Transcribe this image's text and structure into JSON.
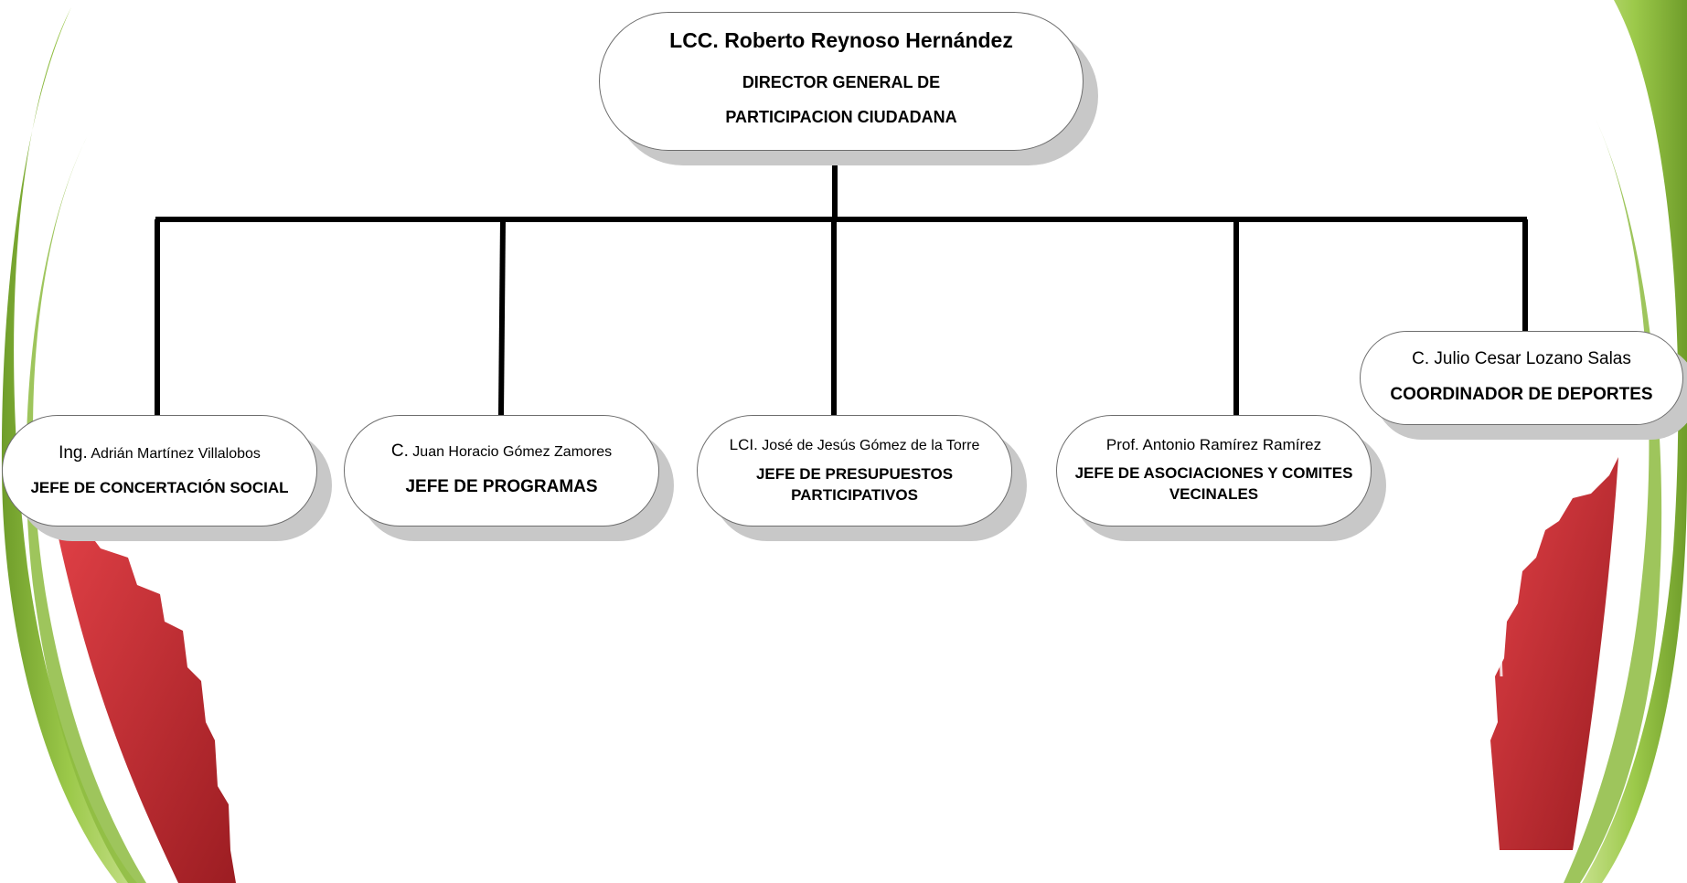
{
  "org_chart": {
    "director": {
      "name": "LCC. Roberto Reynoso Hernández",
      "title_line_1": "DIRECTOR GENERAL DE",
      "title_line_2": "PARTICIPACION CIUDADANA"
    },
    "subordinates": [
      {
        "name_prefix": "Ing.",
        "name": " Adrián Martínez Villalobos",
        "title": "JEFE DE CONCERTACIÓN SOCIAL"
      },
      {
        "name_prefix": "C.",
        "name": " Juan Horacio Gómez Zamores",
        "title": "JEFE DE PROGRAMAS"
      },
      {
        "name_prefix": "LCI.",
        "name": " José de Jesús Gómez de la Torre",
        "title_line_1": "JEFE DE PRESUPUESTOS",
        "title_line_2": "PARTICIPATIVOS"
      },
      {
        "name": "Prof. Antonio Ramírez Ramírez",
        "title_line_1": "JEFE DE ASOCIACIONES  Y COMITES",
        "title_line_2": "VECINALES"
      },
      {
        "name": "C. Julio Cesar Lozano Salas",
        "title": "COORDINADOR DE DEPORTES"
      }
    ]
  },
  "colors": {
    "connector": "#000000",
    "node_border": "#6e6e6e",
    "node_shadow": "#c8c8c8",
    "leaf_green": "#8dc63f",
    "gear_red": "#c1272d"
  }
}
